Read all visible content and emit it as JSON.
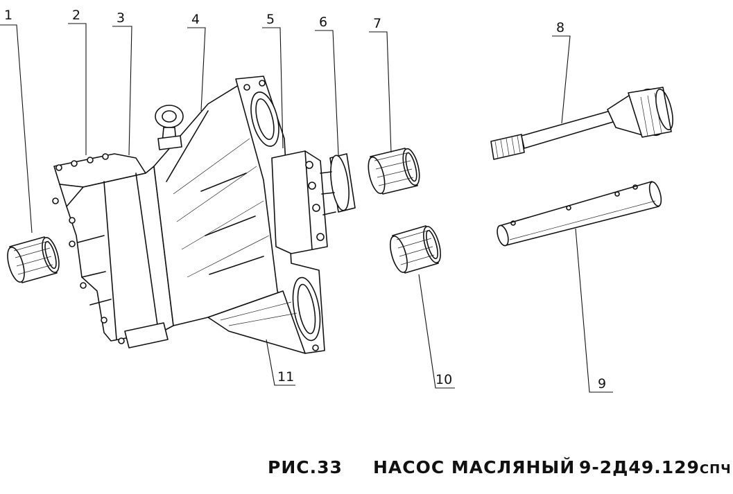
{
  "figure": {
    "number": "РИС.33",
    "title": "НАСОС МАСЛЯНЫЙ",
    "code": "9-2Д49.129",
    "code_suffix": "СПЧ"
  },
  "callouts": [
    {
      "id": "1",
      "text": "1"
    },
    {
      "id": "2",
      "text": "2"
    },
    {
      "id": "3",
      "text": "3"
    },
    {
      "id": "4",
      "text": "4"
    },
    {
      "id": "5",
      "text": "5"
    },
    {
      "id": "6",
      "text": "6"
    },
    {
      "id": "7",
      "text": "7"
    },
    {
      "id": "8",
      "text": "8"
    },
    {
      "id": "9",
      "text": "9"
    },
    {
      "id": "10",
      "text": "10"
    },
    {
      "id": "11",
      "text": "11"
    }
  ]
}
